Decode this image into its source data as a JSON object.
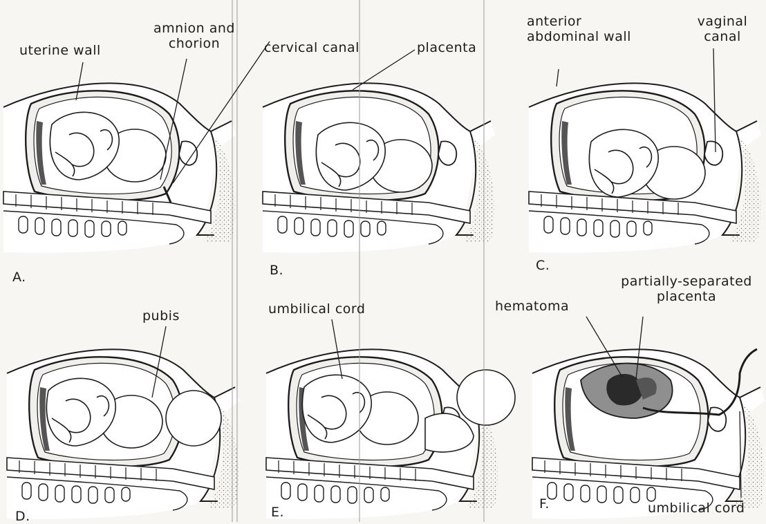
{
  "panels": {
    "a": {
      "letter": "A.",
      "uterine_wall": "uterine wall",
      "amnion_chorion": [
        "amnion and",
        "chorion"
      ]
    },
    "b": {
      "letter": "B.",
      "cervical_canal": "cervical canal",
      "placenta": "placenta"
    },
    "c": {
      "letter": "C.",
      "anterior_abdominal_wall": [
        "anterior",
        "abdominal wall"
      ],
      "vaginal_canal": [
        "vaginal",
        "canal"
      ]
    },
    "d": {
      "letter": "D.",
      "pubis": "pubis"
    },
    "e": {
      "letter": "E.",
      "umbilical_cord": "umbilical cord"
    },
    "f": {
      "letter": "F.",
      "hematoma": "hematoma",
      "partially_separated_placenta": [
        "partially-separated",
        "placenta"
      ],
      "umbilical_cord": "umbilical cord"
    }
  },
  "colors": {
    "ink": "#1c1c1c",
    "paper": "#f7f6f2",
    "shading": "#9a9a9a",
    "dark_fill": "#2a2a2a"
  }
}
